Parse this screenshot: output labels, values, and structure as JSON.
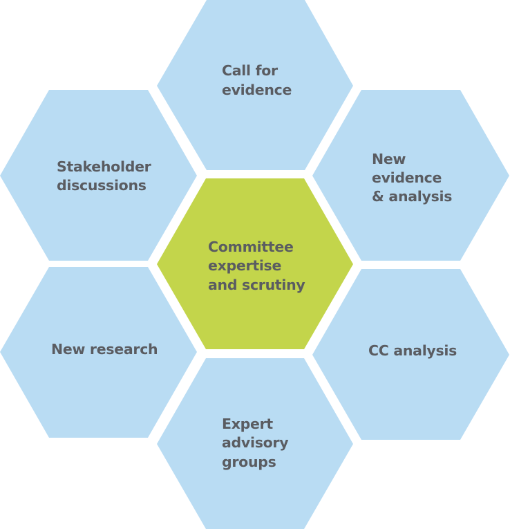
{
  "colors": {
    "outer_fill": "#b9dcf3",
    "center_fill": "#c3d54b",
    "text": "#5a5c61"
  },
  "hexagons": {
    "center": {
      "lines": [
        "Committee",
        "expertise",
        "and scrutiny"
      ]
    },
    "top": {
      "lines": [
        "Call for",
        "evidence"
      ]
    },
    "top_right": {
      "lines": [
        "New",
        "evidence",
        "& analysis"
      ]
    },
    "bottom_right": {
      "lines": [
        "CC analysis"
      ]
    },
    "bottom": {
      "lines": [
        "Expert",
        "advisory",
        "groups"
      ]
    },
    "bottom_left": {
      "lines": [
        "New research"
      ]
    },
    "top_left": {
      "lines": [
        "Stakeholder",
        "discussions"
      ]
    }
  }
}
